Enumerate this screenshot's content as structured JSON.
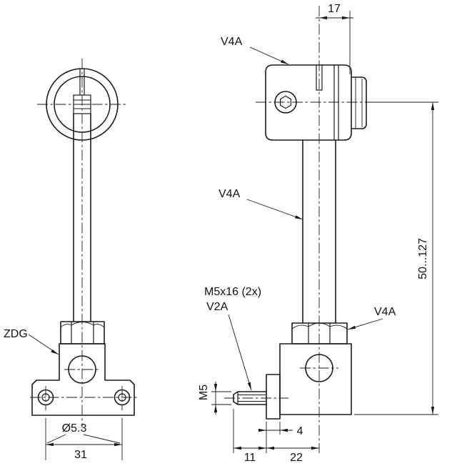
{
  "colors": {
    "line": "#1b1b1b",
    "background": "#ffffff"
  },
  "labels": {
    "zdg": "ZDG",
    "v4a_clamp": "V4A",
    "v4a_rod": "V4A",
    "v4a_nut": "V4A",
    "screw_spec": "M5x16 (2x)",
    "screw_material": "V2A"
  },
  "dimensions": {
    "clamp_offset": "17",
    "height_range": "50...127",
    "thread": "M5",
    "hole_diameter": "Ø5.3",
    "hole_spacing": "31",
    "plate_thickness": "4",
    "screw_protrusion": "11",
    "screw_offset": "22"
  }
}
